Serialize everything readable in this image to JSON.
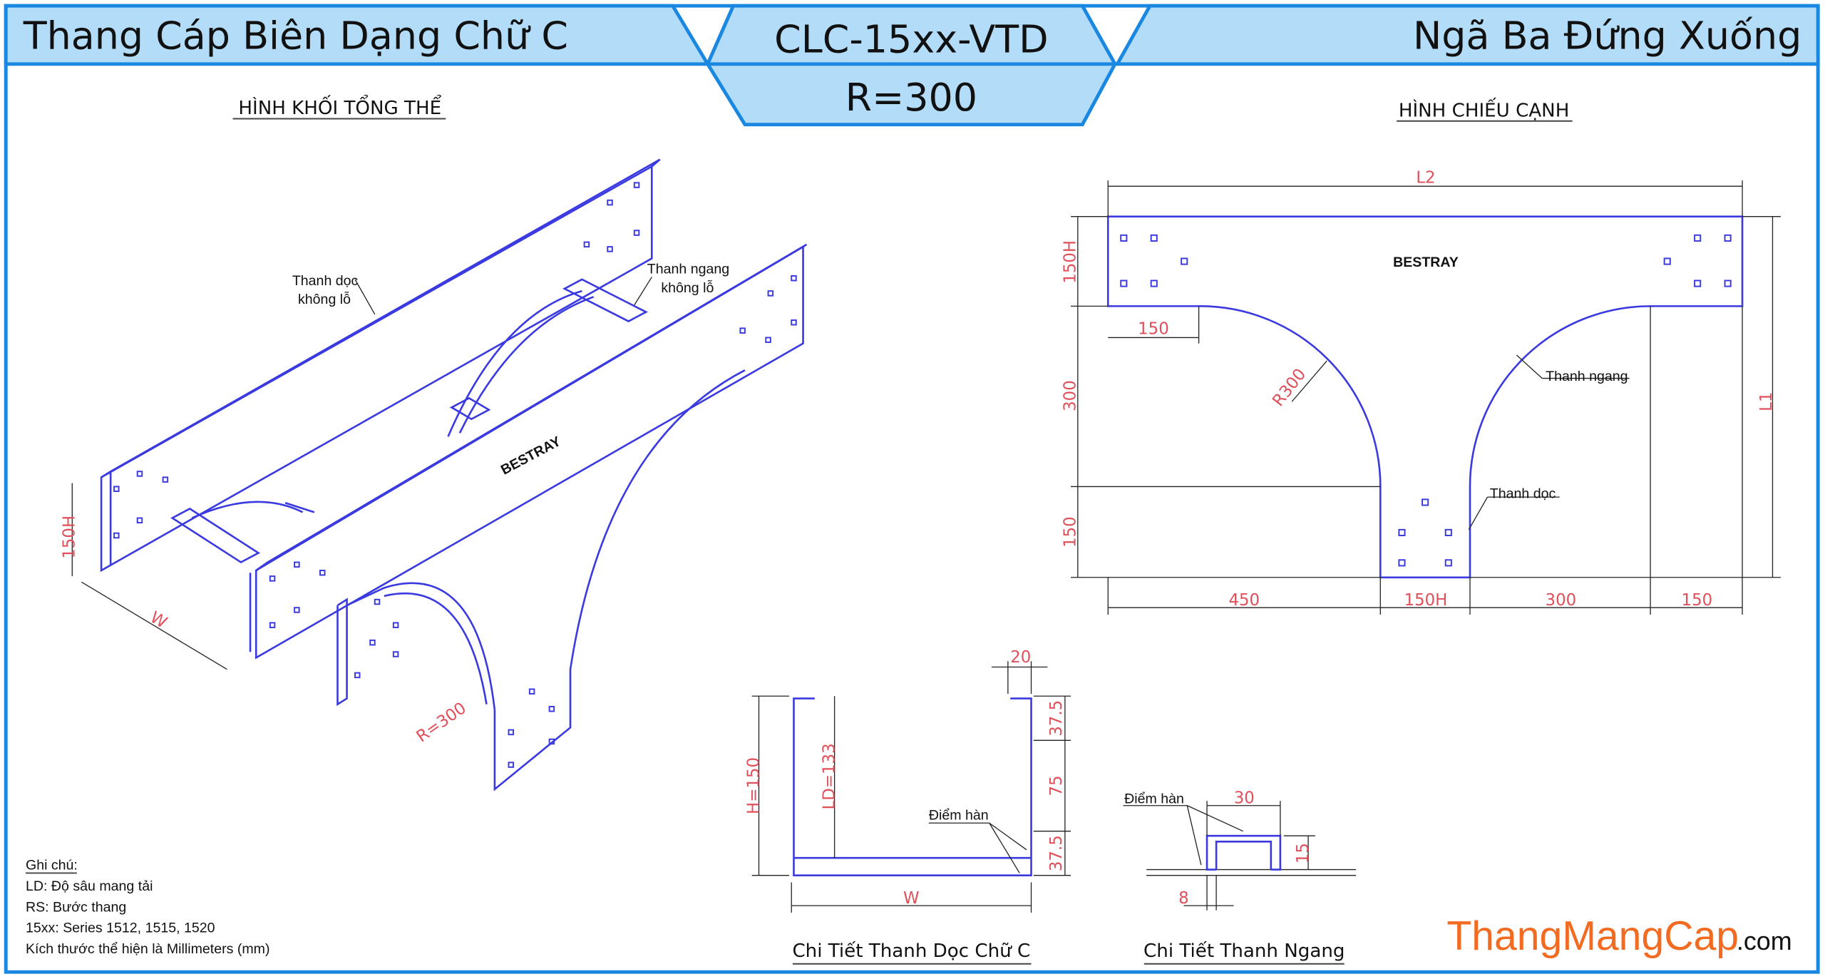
{
  "header": {
    "left_title": "Thang Cáp Biên Dạng Chữ C",
    "code": "CLC-15xx-VTD",
    "radius": "R=300",
    "right_title": "Ngã Ba Đứng Xuống"
  },
  "views": {
    "iso_title": "HÌNH KHỐI TỔNG THỂ",
    "side_title": "HÌNH CHIẾU CẠNH"
  },
  "iso": {
    "rail_label_1": "Thanh dọc",
    "rail_label_2": "không lỗ",
    "rung_label_1": "Thanh ngang",
    "rung_label_2": "không lỗ",
    "height": "150H",
    "width": "W",
    "radius": "R=300",
    "brand": "BESTRAY"
  },
  "side": {
    "l2": "L2",
    "l1": "L1",
    "h_top": "150H",
    "v_300": "300",
    "v_150": "150",
    "top_150": "150",
    "radius": "R300",
    "brand": "BESTRAY",
    "rung_label": "Thanh ngang",
    "rail_label": "Thanh dọc",
    "bottom": [
      "450",
      "150H",
      "300",
      "150"
    ]
  },
  "detail_c": {
    "title": "Chi Tiết Thanh Dọc Chữ C",
    "flange": "20",
    "seg1": "37.5",
    "seg2": "75",
    "seg3": "37.5",
    "height": "H=150",
    "ld": "LD=133",
    "width": "W",
    "weld": "Điểm hàn"
  },
  "detail_rung": {
    "title": "Chi Tiết Thanh Ngang",
    "width": "30",
    "height": "15",
    "lip": "8",
    "weld": "Điểm hàn"
  },
  "notes": {
    "heading": "Ghi chú:",
    "lines": [
      "LD: Độ sâu mang tải",
      "RS: Bước thang",
      "15xx: Series 1512, 1515, 1520",
      "Kích thước thể hiện là Millimeters (mm)"
    ]
  },
  "logo": {
    "main": "ThangMangCap",
    "suffix": ".com"
  },
  "colors": {
    "frame": "#1a88e0",
    "header_fill": "#b3dcf8",
    "dimension": "#e0505a",
    "object": "#3a3ae0",
    "logo": "#f26b21"
  }
}
